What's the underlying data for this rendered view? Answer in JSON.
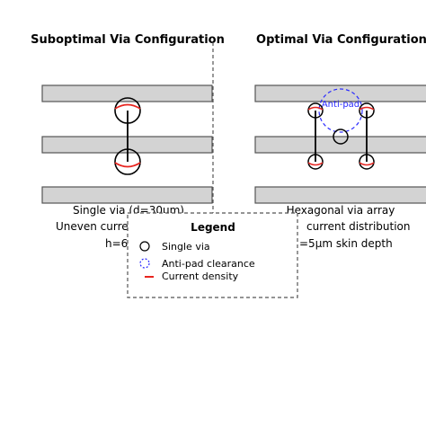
{
  "titles": {
    "left": "Suboptimal Via Configuration",
    "right": "Optimal Via Configuration"
  },
  "captions": {
    "left_line1": "Single via (d=30μm)",
    "left_line2": "Uneven curre",
    "left_line3": "h=6",
    "right_line1": "Hexagonal via array",
    "right_line2": "current distribution",
    "right_line3": "=5μm skin depth"
  },
  "antipad_label": "Anti-pad",
  "legend": {
    "title": "Legend",
    "single_via": "Single via",
    "antipad": "Anti-pad clearance",
    "current": "Current density"
  },
  "colors": {
    "plane_fill": "#d3d3d3",
    "plane_stroke": "#555555",
    "current": "#e8241f",
    "antipad": "#2a2aff",
    "via": "#000000"
  }
}
